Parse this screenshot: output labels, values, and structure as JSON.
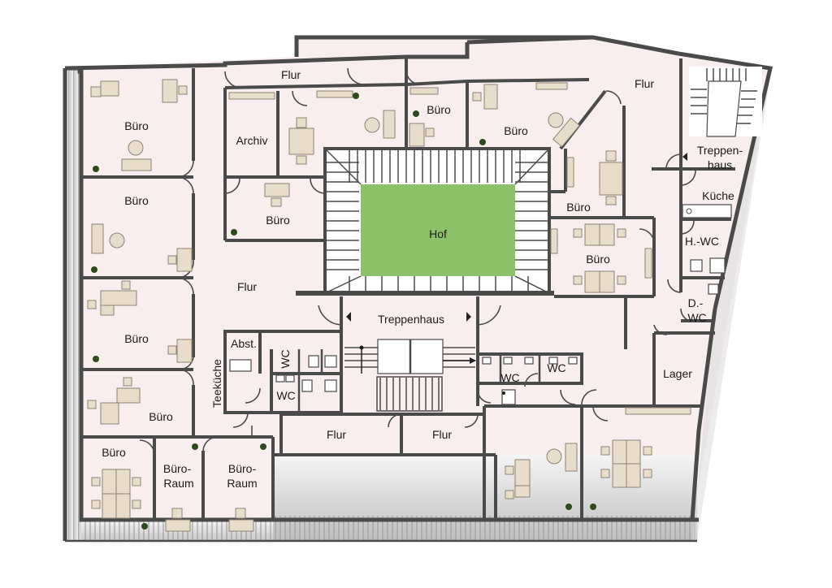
{
  "rooms": {
    "buero": "Büro",
    "flur": "Flur",
    "archiv": "Archiv",
    "hof": "Hof",
    "treppenhaus": "Treppenhaus",
    "treppen_line1": "Treppen-",
    "treppen_line2": "haus",
    "kueche": "Küche",
    "hwc": "H.-WC",
    "dwc_line1": "D.-",
    "dwc_line2": "WC",
    "lager": "Lager",
    "abst": "Abst.",
    "wc": "WC",
    "teekueche": "Teeküche",
    "bueroraum_line1": "Büro-",
    "bueroraum_line2": "Raum"
  },
  "colors": {
    "floor": "#f8eeee",
    "wall": "#4a4a4a",
    "courtyard": "#8dc26a",
    "furniture": "#e8dccb",
    "plant": "#2f4a1c"
  },
  "icons": {
    "plant": "plant-icon",
    "stairs": "stairs-icon",
    "door": "door-swing-icon"
  }
}
